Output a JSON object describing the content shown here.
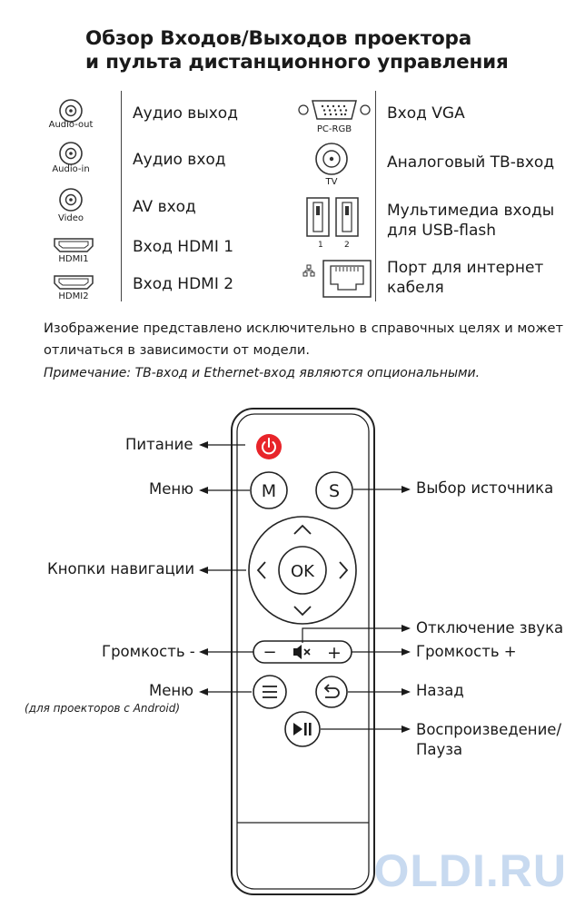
{
  "title": {
    "line1": "Обзор Входов/Выходов проектора",
    "line2": "и пульта дистанционного управления"
  },
  "ports_left": [
    {
      "icon": "audio-jack-icon",
      "caption": "Audio-out",
      "label": "Аудио выход"
    },
    {
      "icon": "audio-jack-icon",
      "caption": "Audio-in",
      "label": "Аудио вход"
    },
    {
      "icon": "audio-jack-icon",
      "caption": "Video",
      "label": "AV вход"
    },
    {
      "icon": "hdmi-port-icon",
      "caption": "HDMI1",
      "label": "Вход HDMI 1"
    },
    {
      "icon": "hdmi-port-icon",
      "caption": "HDMI2",
      "label": "Вход HDMI 2"
    }
  ],
  "ports_right": [
    {
      "icon": "vga-port-icon",
      "caption": "PC-RGB",
      "label": "Вход VGA"
    },
    {
      "icon": "coax-port-icon",
      "caption": "TV",
      "label": "Аналоговый ТВ-вход"
    },
    {
      "icon": "usb-ports-icon",
      "captions": [
        "1",
        "2"
      ],
      "label_line1": "Мультимедиа входы",
      "label_line2": "для USB-flash"
    },
    {
      "icon": "ethernet-port-icon",
      "label_line1": "Порт для интернет",
      "label_line2": "кабеля"
    }
  ],
  "note": {
    "line1": "Изображение представлено исключительно в справочных целях и может",
    "line2": "отличаться в зависимости от модели.",
    "remark": "Примечание: ТВ-вход и Ethernet-вход являются опциональными."
  },
  "remote": {
    "buttons": {
      "menu": "M",
      "source": "S",
      "ok": "OK",
      "vol_minus": "−",
      "vol_plus": "+"
    },
    "colors": {
      "power": "#e8242a",
      "body": "#ffffff",
      "outline": "#222222"
    },
    "labels": {
      "power": "Питание",
      "menu": "Меню",
      "source": "Выбор источника",
      "navigation": "Кнопки навигации",
      "mute": "Отключение звука",
      "volume_down": "Громкость -",
      "volume_up": "Громкость +",
      "android_menu": "Меню",
      "android_menu_note": "(для проекторов с Android)",
      "back": "Назад",
      "play_pause_line1": "Воспроизведение/",
      "play_pause_line2": "Пауза"
    }
  },
  "watermark": "OLDI.RU"
}
